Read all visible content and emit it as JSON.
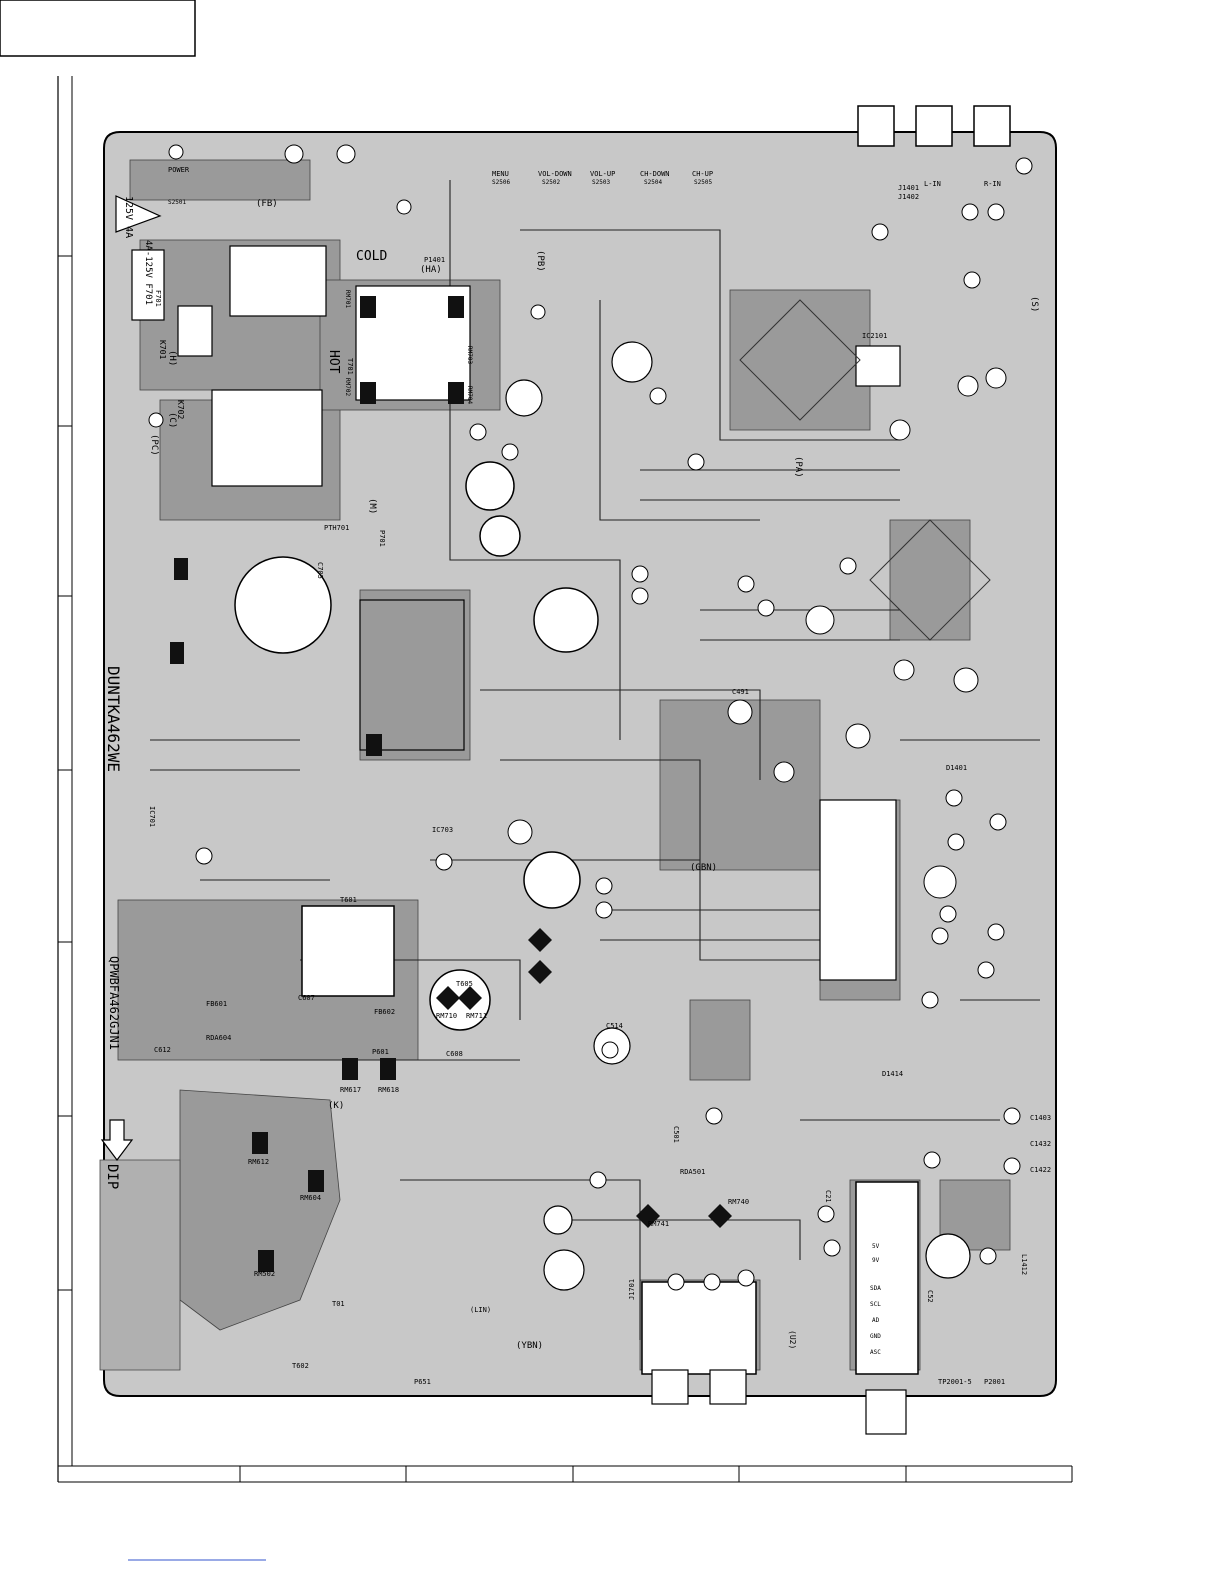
{
  "board": {
    "part_number": "DUNTKA462WE",
    "pwb_code": "QPWBFA462GJN1",
    "dip_marker": "DIP"
  },
  "zones": {
    "cold": "COLD",
    "hot": "HOT"
  },
  "connectors": [
    "(FB)",
    "(HA)",
    "(PB)",
    "(S)",
    "(PA)",
    "(M)",
    "(PC)",
    "(C)",
    "(H)",
    "(K)",
    "(GBN)",
    "(YBN)",
    "(LIN)",
    "(U2)"
  ],
  "panel_buttons": [
    "POWER",
    "MENU",
    "VOL-DOWN",
    "VOL-UP",
    "CH-DOWN",
    "CH-UP"
  ],
  "panel_refs": [
    "S2501",
    "S2506",
    "S2502",
    "S2503",
    "S2504",
    "S2505"
  ],
  "jacks": [
    "L-IN",
    "R-IN",
    "J1401",
    "J1402",
    "J1701"
  ],
  "components": [
    "F701",
    "K701",
    "K702",
    "T701",
    "T602",
    "T605",
    "T601",
    "IC2101",
    "IC701",
    "IC703",
    "RDA501",
    "RDA604",
    "PTH701",
    "FB601",
    "FB602",
    "RM701",
    "RM702",
    "RM703",
    "RM704",
    "RM604",
    "RM612",
    "RM502",
    "RM617",
    "RM618",
    "RM710",
    "RM711",
    "RM740",
    "RM741",
    "C705",
    "C491",
    "C514",
    "C501",
    "C607",
    "C608",
    "C612",
    "C21",
    "C52",
    "C1403",
    "C1432",
    "C1422",
    "D1401",
    "D1414",
    "L1412",
    "TP2001-5",
    "P2001",
    "P1401",
    "P601",
    "P651",
    "P701",
    "T01"
  ],
  "fuse_rating": "125V 4A",
  "fuse_rating2": "4A-125V F701",
  "pins": [
    "5V",
    "9V",
    "SDA",
    "SCL",
    "AD",
    "ASC",
    "GND"
  ],
  "title_block": {
    "columns": [
      "",
      "",
      "",
      "",
      "",
      ""
    ]
  }
}
